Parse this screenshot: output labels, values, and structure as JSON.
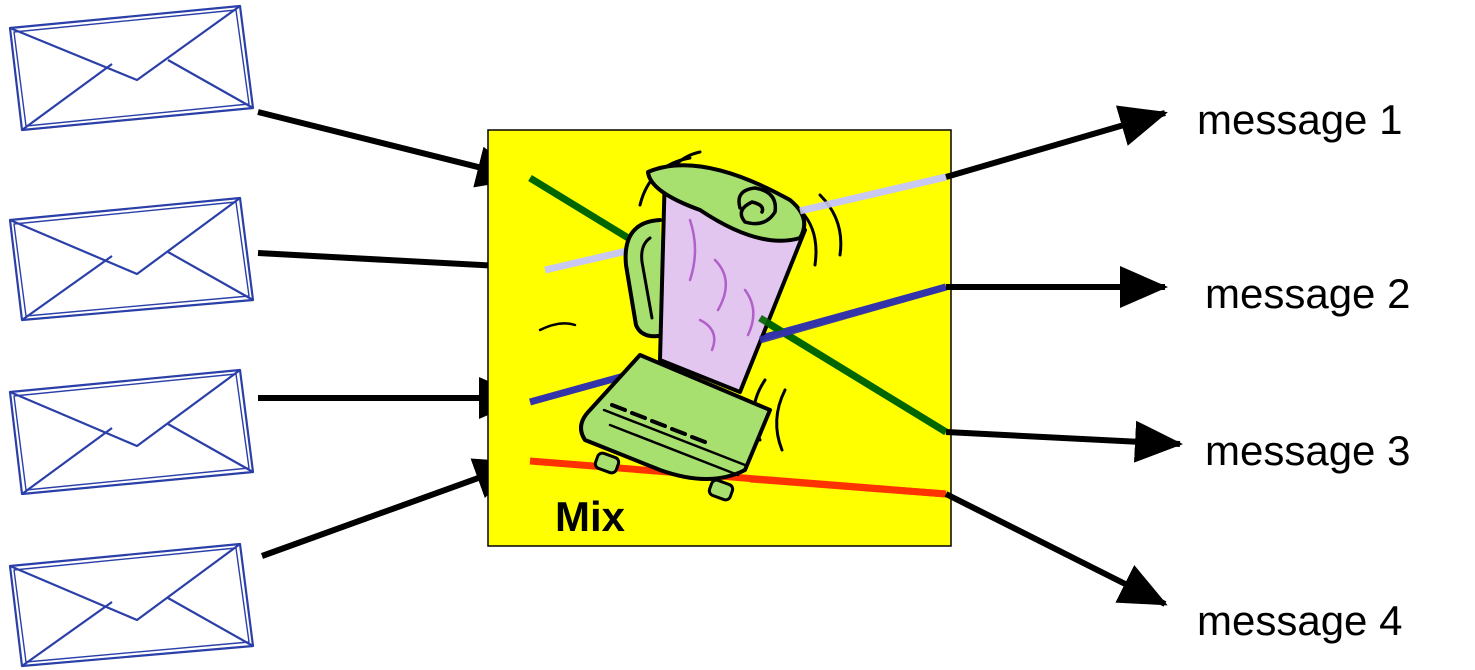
{
  "mixer": {
    "label": "Mix",
    "box_color": "#ffff00"
  },
  "inputs": [
    {
      "icon": "envelope-icon"
    },
    {
      "icon": "envelope-icon"
    },
    {
      "icon": "envelope-icon"
    },
    {
      "icon": "envelope-icon"
    }
  ],
  "outputs": [
    {
      "label": "message 1"
    },
    {
      "label": "message 2"
    },
    {
      "label": "message 3"
    },
    {
      "label": "message 4"
    }
  ],
  "center_icon": "blender-icon",
  "path_colors": {
    "green": "#006600",
    "lavender": "#c8c8f0",
    "blue": "#3333aa",
    "red": "#ff3300"
  },
  "envelope_color": "#2b3fa8"
}
